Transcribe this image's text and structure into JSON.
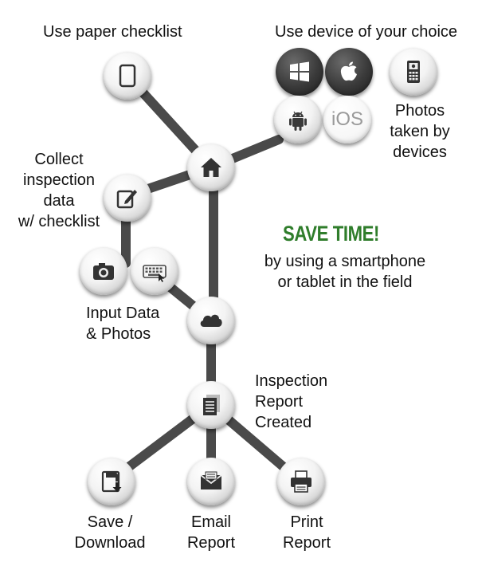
{
  "labels": {
    "paper_checklist": "Use paper checklist",
    "device_choice": "Use device of your choice",
    "photos_taken": [
      "Photos",
      "taken by",
      "devices"
    ],
    "collect": [
      "Collect",
      "inspection",
      "data",
      "w/ checklist"
    ],
    "input_data": [
      "Input Data",
      "& Photos"
    ],
    "report_created": [
      "Inspection",
      "Report",
      "Created"
    ],
    "save_download": [
      "Save /",
      "Download"
    ],
    "email_report": [
      "Email",
      "Report"
    ],
    "print_report": [
      "Print",
      "Report"
    ]
  },
  "headline": "SAVE TIME!",
  "tagline": [
    "by using a smartphone",
    "or tablet in the field"
  ],
  "icons": {
    "ios_text": "iOS"
  },
  "colors": {
    "connector": "#4a4a4a",
    "headline": "#2f7d2b",
    "node_dark": "#2a2a2a"
  }
}
